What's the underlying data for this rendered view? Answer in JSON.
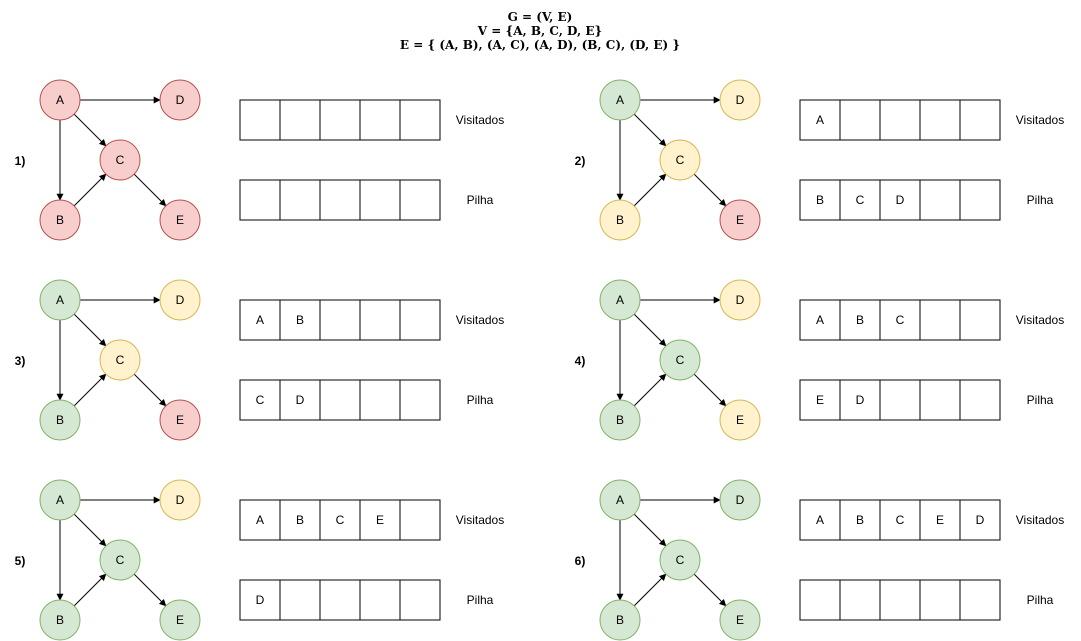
{
  "title": {
    "lines": [
      "G = (V, E)",
      "V = {A, B, C, D, E}",
      "E = { (A, B), (A, C), (A, D), (B, C), (D, E) }"
    ]
  },
  "colors": {
    "unvisited": {
      "fill": "#f8cecc",
      "stroke": "#b85450"
    },
    "in_stack": {
      "fill": "#fff2cc",
      "stroke": "#d6b656"
    },
    "visited": {
      "fill": "#d5e8d4",
      "stroke": "#82b366"
    }
  },
  "graph": {
    "nodes": [
      "A",
      "B",
      "C",
      "D",
      "E"
    ],
    "edges": [
      [
        "A",
        "D"
      ],
      [
        "A",
        "C"
      ],
      [
        "A",
        "B"
      ],
      [
        "B",
        "C"
      ],
      [
        "C",
        "E"
      ]
    ]
  },
  "labels": {
    "visited": "Visitados",
    "stack": "Pilha"
  },
  "steps": [
    {
      "label": "1)",
      "states": {
        "A": "unvisited",
        "B": "unvisited",
        "C": "unvisited",
        "D": "unvisited",
        "E": "unvisited"
      },
      "visited": [
        "",
        "",
        "",
        "",
        ""
      ],
      "stack": [
        "",
        "",
        "",
        "",
        ""
      ]
    },
    {
      "label": "2)",
      "states": {
        "A": "visited",
        "B": "in_stack",
        "C": "in_stack",
        "D": "in_stack",
        "E": "unvisited"
      },
      "visited": [
        "A",
        "",
        "",
        "",
        ""
      ],
      "stack": [
        "B",
        "C",
        "D",
        "",
        ""
      ]
    },
    {
      "label": "3)",
      "states": {
        "A": "visited",
        "B": "visited",
        "C": "in_stack",
        "D": "in_stack",
        "E": "unvisited"
      },
      "visited": [
        "A",
        "B",
        "",
        "",
        ""
      ],
      "stack": [
        "C",
        "D",
        "",
        "",
        ""
      ]
    },
    {
      "label": "4)",
      "states": {
        "A": "visited",
        "B": "visited",
        "C": "visited",
        "D": "in_stack",
        "E": "in_stack"
      },
      "visited": [
        "A",
        "B",
        "C",
        "",
        ""
      ],
      "stack": [
        "E",
        "D",
        "",
        "",
        ""
      ]
    },
    {
      "label": "5)",
      "states": {
        "A": "visited",
        "B": "visited",
        "C": "visited",
        "D": "in_stack",
        "E": "visited"
      },
      "visited": [
        "A",
        "B",
        "C",
        "E",
        ""
      ],
      "stack": [
        "D",
        "",
        "",
        "",
        ""
      ]
    },
    {
      "label": "6)",
      "states": {
        "A": "visited",
        "B": "visited",
        "C": "visited",
        "D": "visited",
        "E": "visited"
      },
      "visited": [
        "A",
        "B",
        "C",
        "E",
        "D"
      ],
      "stack": [
        "",
        "",
        "",
        "",
        ""
      ]
    }
  ]
}
